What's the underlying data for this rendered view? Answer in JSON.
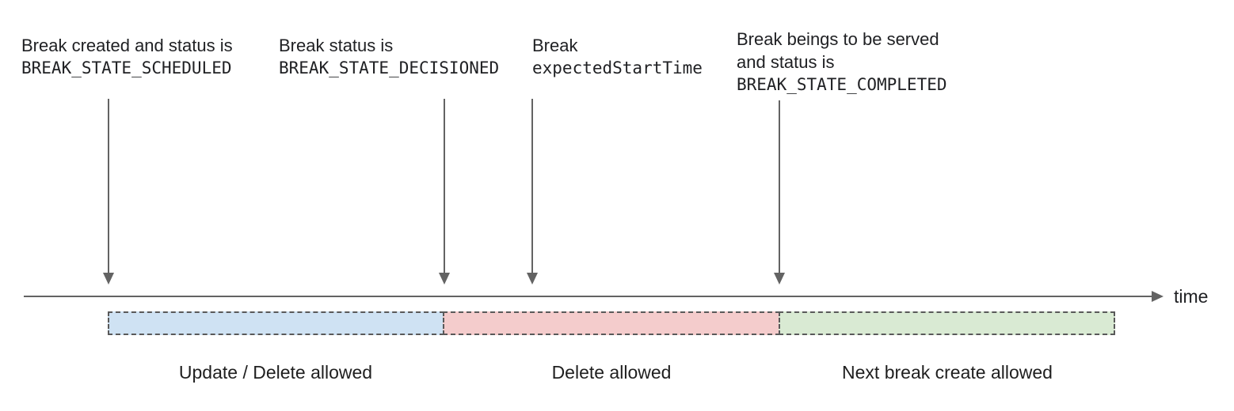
{
  "annotations": [
    {
      "text": "Break created and status is",
      "code": "BREAK_STATE_SCHEDULED"
    },
    {
      "text": "Break status is",
      "code": "BREAK_STATE_DECISIONED"
    },
    {
      "text": "Break",
      "code": "expectedStartTime"
    },
    {
      "text": "Break beings to be served",
      "text2": "and status is",
      "code": "BREAK_STATE_COMPLETED"
    }
  ],
  "axis": {
    "label": "time"
  },
  "segments": [
    {
      "label": "Update / Delete allowed",
      "color": "#cfe2f3"
    },
    {
      "label": "Delete allowed",
      "color": "#f4cccc"
    },
    {
      "label": "Next break create allowed",
      "color": "#d9ead3"
    }
  ],
  "colors": {
    "arrow_line": "#636363",
    "segment_border": "#595959",
    "text": "#202124"
  }
}
